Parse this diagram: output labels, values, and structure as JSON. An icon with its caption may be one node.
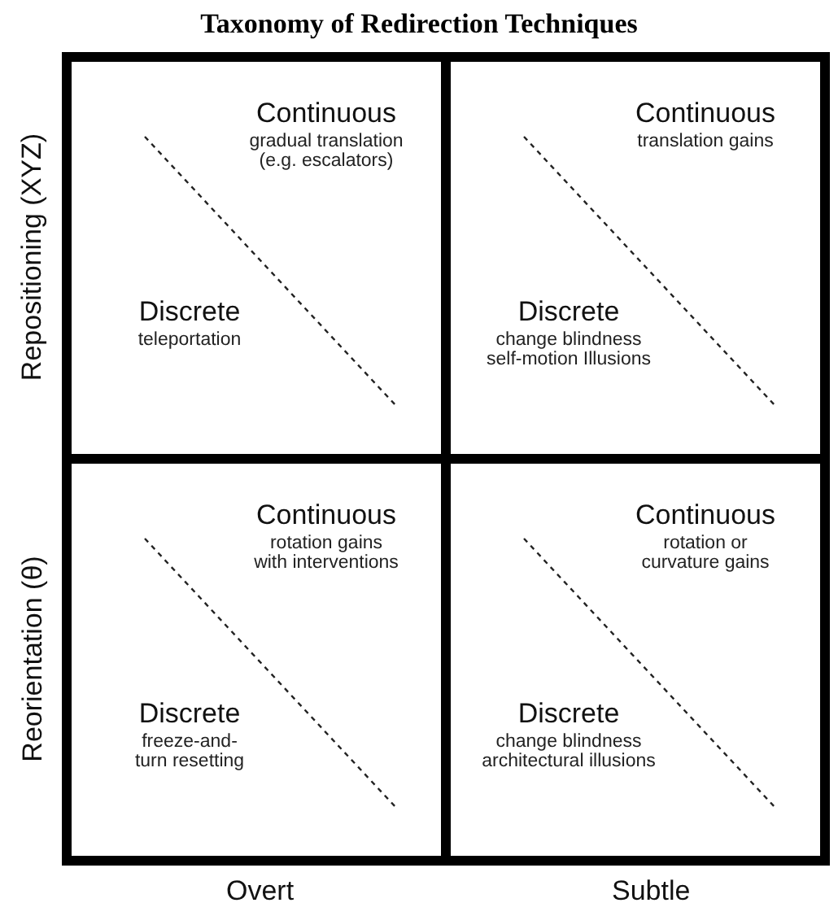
{
  "diagram": {
    "title": "Taxonomy of Redirection Techniques",
    "nodes": [
      {
        "text": [
          "Continuous",
          "gradual translation (e.g. escalators)",
          "Discrete",
          "teleportation"
        ]
      },
      {
        "text": [
          "Continuous",
          "translation gains",
          "Discrete",
          "change blindness self-motion Illusions"
        ]
      },
      {
        "text": [
          "Continuous",
          "rotation gains with interventions",
          "Discrete",
          "freeze-and-turn resetting"
        ]
      },
      {
        "text": [
          "Continuous",
          "rotation or curvature gains",
          "Discrete",
          "change blindness architectural illusions"
        ]
      }
    ],
    "labels": [
      "Repositioning (XYZ)",
      "Reorientation (θ)",
      "Overt",
      "Subtle"
    ]
  }
}
